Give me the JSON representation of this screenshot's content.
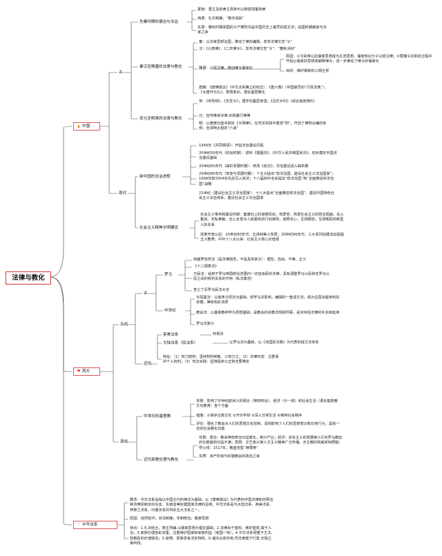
{
  "root": "法律与教化",
  "china": {
    "label": "中国",
    "icon": "fire-icon",
    "ancient_group": "古",
    "modern_group": "现代",
    "pre_qin": {
      "label": "先秦时期的德治与法治",
      "items": [
        "夏商：君主及奴隶主贵族可以随意残害奴隶",
        "西周：礼乐制度，“敬天保民”",
        "东周：春秋时期郑国的子产铸刑书是中国历史上最早的成文法；战国时期儒家与法家之争"
      ]
    },
    "qin_han": {
      "label": "秦汉至隋唐的法律与教化",
      "items": [
        "秦：以法家思想治国，推动了律的编撰，发布法律文告“令”",
        "汉：《九章律》、《二年律令》，发布法律文告“令”、“春秋决狱”",
        "魏晋：以经注律，推动律令儒家化",
        "唐朝：《唐律疏议》（中华法系确立的标志）、《唐六典》（中国最早的“行政法典”）、《大唐开元礼》；贵贱家训，强化基层教化"
      ],
      "wei_jin": [
        "原因：①汉武帝以后儒家思想成为主流思想，儒家知识分子以经注律；②曹魏令在制定过程中开始以儒家的思想来解释律令，进一步推动了律令的儒家化",
        "目的：维护儒家的三纲五常"
      ]
    },
    "song_qing": {
      "label": "宋元至明清的法律与教化",
      "items": [
        "宋：《宋刑统》、《天圣令》；理学向基层渗透；《吕氏乡约》（综合官吏德约）",
        "元：宣传推崇法律,实践履行律律",
        "明：以唐律为蓝本制定《大明律》，在司法实践中重视“例”，开创了律例合编的体例；宣讲明太祖的“六谕”"
      ]
    },
    "new_china": {
      "label": "新中国的法治进程",
      "items": [
        "1949年《共同纲领》：开始法治建设历程",
        "20世纪50年代（初创时期）：颁布《婚姻法》、《中华人民共和国宪法》，初步奠定中国法治建设基础",
        "20世纪60年代（曲折发展时期）：修改《宪法》，法治建设进入曲折期",
        "20世纪80年代（恢复与发展时期）：十五大提出“依法治国，建设社会主义法治国家”；1999年和2004年先后写入宪法；十八届四中全会提出“依法治国”和“全面推进依法治国”战略",
        "21世纪（建设社会主义法治国家）：十八大提出“全面推进依法治国”，建设中国特色社会主义法治体系，建设社会主义法治国家"
      ]
    },
    "socialist": {
      "label": "社会主义精神文明建设",
      "items": [
        "社会主义革命和建设时期：健康向上的道德风尚，热爱劳、热爱社会主义的政治局面，关心集体、无私奉献、全心全意为人民服务的行动准则，其根本心、互相帮助，互相帮助的新型人际关系",
        "改革开放以后：20世纪80年代：五讲四美三热爱；20世纪90年代：三大系列创建活动提倡五义教育；中共十八大以来：社会主义核心价值观"
      ]
    }
  },
  "west": {
    "label": "西方",
    "icon": "heart-icon",
    "ancient_group": "古代",
    "gu_group": "古",
    "modern_group": "近代",
    "contemporary_group": "现代",
    "rome": {
      "label": "罗马",
      "items": [
        "西塞罗自然法（是法律观念，不是具体条文）：理性、自由、平等、正义",
        "《十二铜表法》",
        "万民法：适用于罗马帝国统治范围内一切自由民的法律，具有调整罗马公民和非罗马公民之间的权利关系的作用（私法典范）",
        "查士丁尼罗马民法大全"
      ]
    },
    "medieval": {
      "label": "中世纪",
      "items": [
        "日耳曼法：以家族习惯法为基础，受罗马法影响，编撰的一套成文法，成为庄园法庭审判的依据，等级色彩浓厚",
        "教会法：以基督教神学为思想基础，是教会的宗教法规和刑事，是对世俗法律的补充和延续"
      ]
    },
    "roman_revival": "罗马法复兴",
    "anglo": {
      "label": "英美法系",
      "detail": "判例法"
    },
    "continental": {
      "label": "大陆法系（民法系）",
      "detail": "以罗马法为基础，以《法国民法典》为代表的成文法体系"
    },
    "features": [
      "特征：（1）权力结构：坚持权利制衡、三权分立；（2）法律内容：注重保护个人权利；（3）司法实践：坚持程序公正和无罪推定"
    ],
    "medieval_education": {
      "label": "中世纪的基督教",
      "items": [
        "背景：影响了中世纪欧洲人的政治（神权统治）、经济（什一税）和社会生活（漫长基督教文化教育）各个方面",
        "措施：①保存古典文化 ②开办学校 ③深入日常生活 ④维持社会秩序",
        "评价：强化了教会对人们的思想文化控制，深刻影响了人们的思想意识和日常行为，具有一定的社会教化功能"
      ]
    },
    "modern_religion": {
      "label": "近代新教伦理与教化",
      "items": [
        "背景：政治：教会神权统治日益腐化，新兴产业；经济：资本主义的发展使人们对罗马教廷的长期盘剥日益不满；思想：文艺复兴使人文主义精神广泛传播。天主教的权威受到质疑；导火线：1517年，教皇兜售“赎罪券”",
        "实质：资产阶级与封建教会的政治之争"
      ]
    }
  },
  "chinese_legal": {
    "label": "中华法系",
    "icon": "heart-outline-icon",
    "items": [
      "概念：中华法系是指以中国古代的律法为基础，以《唐律疏议》为代表的中国法律和仿照这种法律而制定的东亚、东南亚等封建国家法律的总称。中华法系是与大陆法系、英美法系、伊斯兰法系、印度法系并列的五大法系之一。",
      "原因：自然经济；宗法制度；专制统治；儒家思想",
      "特点：1.礼法结合，德主刑辅,以儒家思想为理论基础；2.法律出于皇权，维护皇权,属于人治；3.家族伦理色彩浓重，注重维护国家和家族利益（家国一体）；4.中华法系倾重于王法，轻藐民的价值取向；5.官僚、贵族享有法定特权。6.诸法合体并用,司法隶属于行政,无独立审判权。"
    ]
  }
}
